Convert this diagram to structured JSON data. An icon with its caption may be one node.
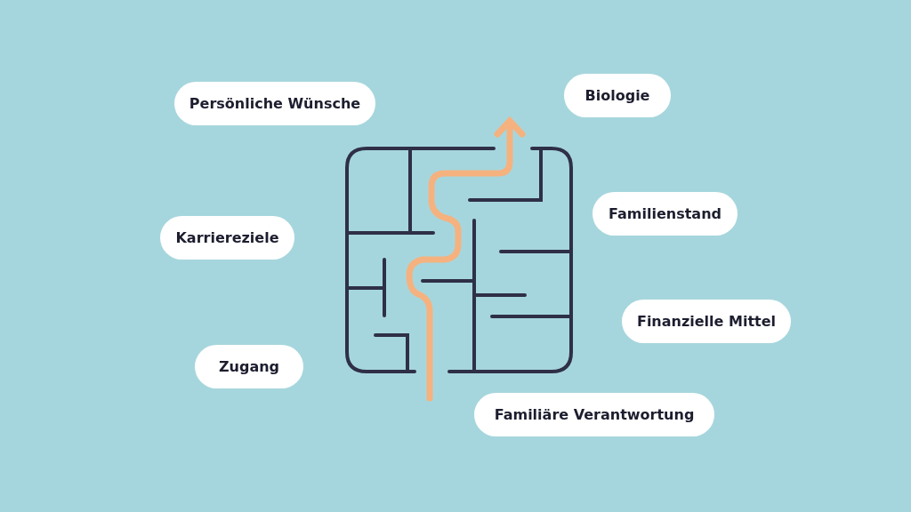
{
  "diagram": {
    "nodes": [
      {
        "text": [
          "Persönliche Wünsche"
        ]
      },
      {
        "text": [
          "Biologie"
        ]
      },
      {
        "text": [
          "Familienstand"
        ]
      },
      {
        "text": [
          "Karriereziele"
        ]
      },
      {
        "text": [
          "Finanzielle Mittel"
        ]
      },
      {
        "text": [
          "Zugang"
        ]
      },
      {
        "text": [
          "Familiäre Verantwortung"
        ]
      }
    ]
  }
}
